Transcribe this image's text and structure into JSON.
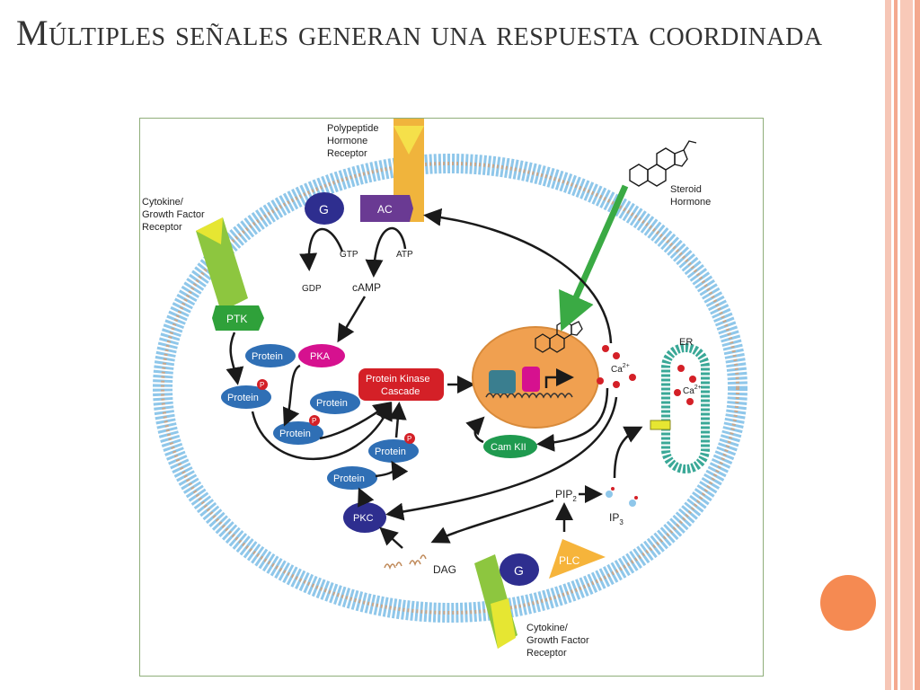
{
  "slide": {
    "title": "Múltiples señales generan una respuesta coordinada"
  },
  "diagram": {
    "labels": {
      "polypeptide_receptor": [
        "Polypeptide",
        "Hormone",
        "Receptor"
      ],
      "cytokine_receptor_top": [
        "Cytokine/",
        "Growth Factor",
        "Receptor"
      ],
      "cytokine_receptor_bottom": [
        "Cytokine/",
        "Growth Factor",
        "Receptor"
      ],
      "steroid_hormone": [
        "Steroid",
        "Hormone"
      ],
      "g_protein": "G",
      "ac": "AC",
      "gtp": "GTP",
      "atp": "ATP",
      "gdp": "GDP",
      "camp": "cAMP",
      "ptk": "PTK",
      "protein": "Protein",
      "pka": "PKA",
      "protein_kinase_cascade": [
        "Protein Kinase",
        "Cascade"
      ],
      "p": "P",
      "ca": "Ca",
      "ca_sup": "2+",
      "er": "ER",
      "cam_kii": "Cam KII",
      "pip": "PIP",
      "pip_sub": "2",
      "ip": "IP",
      "ip_sub": "3",
      "pkc": "PKC",
      "dag": "DAG",
      "plc": "PLC"
    },
    "colors": {
      "membrane": "#8fc7ea",
      "g_protein": "#2e2e8f",
      "ac": "#6a3a93",
      "protein": "#2f6fb5",
      "pka": "#d6118f",
      "cascade": "#d42027",
      "nucleus": "#f0a050",
      "cam_kii": "#1f9a4f",
      "er": "#3aa897",
      "ptk": "#2fa13a",
      "plc": "#f6b43b",
      "steroid_arrow": "#3aaa44"
    }
  }
}
